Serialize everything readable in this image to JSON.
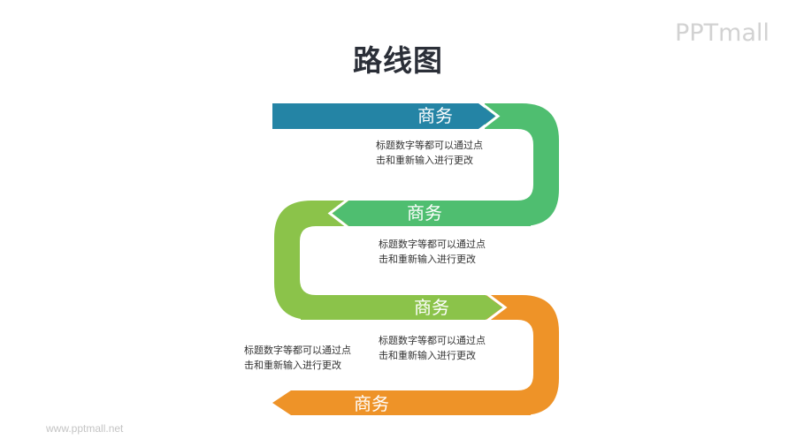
{
  "title": "路线图",
  "logo": "PPTmall",
  "footer": "www.pptmall.net",
  "colors": {
    "blue": "#2484a5",
    "green": "#4fbe70",
    "light_green": "#8bc34a",
    "orange": "#ee9328",
    "title": "#2b2f38",
    "text": "#333333"
  },
  "steps": [
    {
      "label": "商务",
      "color": "blue",
      "direction": "right"
    },
    {
      "label": "商务",
      "color": "green",
      "direction": "left"
    },
    {
      "label": "商务",
      "color": "light_green",
      "direction": "right"
    },
    {
      "label": "商务",
      "color": "orange",
      "direction": "left"
    }
  ],
  "descriptions": [
    {
      "line1": "标题数字等都可以通过点",
      "line2": "击和重新输入进行更改"
    },
    {
      "line1": "标题数字等都可以通过点",
      "line2": "击和重新输入进行更改"
    },
    {
      "line1": "标题数字等都可以通过点",
      "line2": "击和重新输入进行更改"
    },
    {
      "line1": "标题数字等都可以通过点",
      "line2": "击和重新输入进行更改"
    }
  ]
}
